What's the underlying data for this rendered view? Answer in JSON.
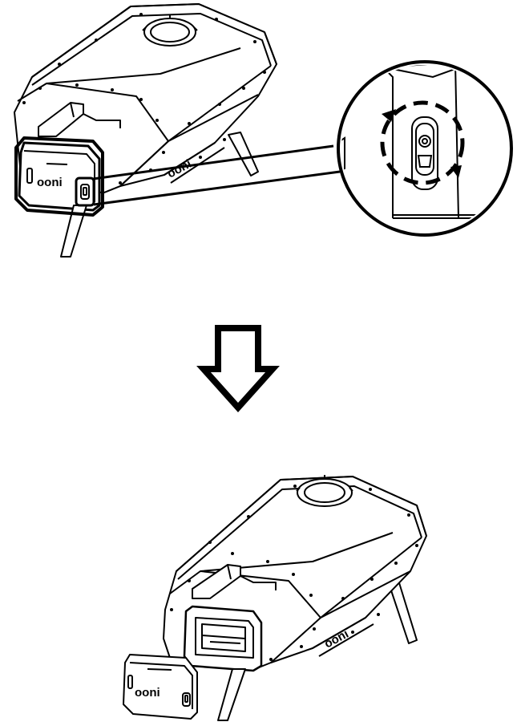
{
  "illustration": {
    "steps": [
      {
        "view": "oven-with-door-installed",
        "detail": "rotate-latch-callout"
      },
      {
        "view": "oven-with-door-removed"
      }
    ],
    "brand_mark": "ooni",
    "icons": [
      "rotate-arrow-icon",
      "down-arrow-icon",
      "latch-icon",
      "magnifier-callout"
    ],
    "colors": {
      "line": "#000000",
      "background": "#ffffff"
    }
  }
}
